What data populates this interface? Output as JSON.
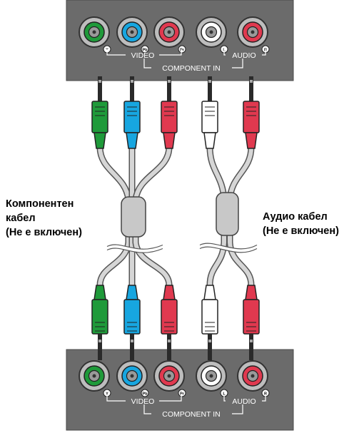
{
  "title_partial": "р прекадр д",
  "panel_labels": {
    "video": "VIDEO",
    "component_in": "COMPONENT IN",
    "audio": "AUDIO"
  },
  "jack_badges": {
    "y": "Y",
    "pb": "Pb",
    "pr": "Pr",
    "l": "L",
    "r": "R"
  },
  "left_cable_label": {
    "line1": "Компонентен",
    "line2": "кабел",
    "line3": "(Не е включен)"
  },
  "right_cable_label": {
    "line1": "Аудио кабел",
    "line2": "(Не е включен)"
  },
  "colors": {
    "panel": "#6b6b6b",
    "green": "#1f9a3a",
    "blue": "#17a6e0",
    "red": "#e0394f",
    "white": "#ffffff",
    "cable": "#8a8a8a",
    "cable_core": "#d6d6d6",
    "ferrite": "#c8c8c8"
  },
  "plugs": [
    {
      "color": "green",
      "jack": "y"
    },
    {
      "color": "blue",
      "jack": "pb"
    },
    {
      "color": "red",
      "jack": "pr"
    },
    {
      "color": "white",
      "jack": "l"
    },
    {
      "color": "red",
      "jack": "r"
    }
  ]
}
